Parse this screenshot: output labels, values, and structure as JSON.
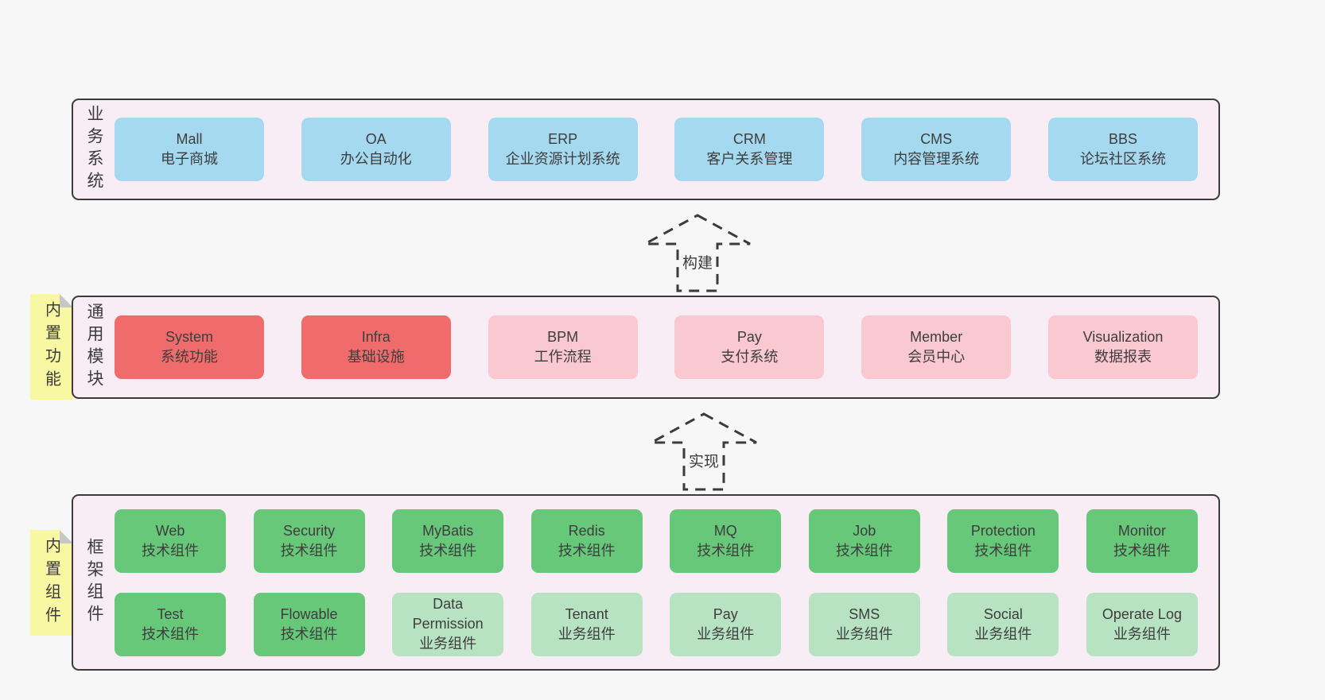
{
  "colors": {
    "page_bg": "#f7f7f7",
    "panel_bg": "#f8edf5",
    "panel_border": "#3b3b3b",
    "box_blue": "#a5d9f0",
    "box_red": "#f06c6c",
    "box_pink": "#f9c8d0",
    "box_green": "#68c87a",
    "box_light_green": "#b8e3c2",
    "tag_yellow": "#f9f8a2",
    "tag_fold_gray": "#c6c7c6",
    "text": "#3d3d3d"
  },
  "arrows": {
    "build": "构建",
    "implement": "实现"
  },
  "sections": {
    "business": {
      "label": "业务系统",
      "boxes": [
        {
          "name": "Mall",
          "subtitle": "电子商城"
        },
        {
          "name": "OA",
          "subtitle": "办公自动化"
        },
        {
          "name": "ERP",
          "subtitle": "企业资源计划系统"
        },
        {
          "name": "CRM",
          "subtitle": "客户关系管理"
        },
        {
          "name": "CMS",
          "subtitle": "内容管理系统"
        },
        {
          "name": "BBS",
          "subtitle": "论坛社区系统"
        }
      ]
    },
    "modules": {
      "label": "通用模块",
      "tag": "内置功能",
      "boxes": [
        {
          "name": "System",
          "subtitle": "系统功能"
        },
        {
          "name": "Infra",
          "subtitle": "基础设施"
        },
        {
          "name": "BPM",
          "subtitle": "工作流程"
        },
        {
          "name": "Pay",
          "subtitle": "支付系统"
        },
        {
          "name": "Member",
          "subtitle": "会员中心"
        },
        {
          "name": "Visualization",
          "subtitle": "数据报表"
        }
      ]
    },
    "components": {
      "label": "框架组件",
      "tag": "内置组件",
      "row1": [
        {
          "name": "Web",
          "subtitle": "技术组件"
        },
        {
          "name": "Security",
          "subtitle": "技术组件"
        },
        {
          "name": "MyBatis",
          "subtitle": "技术组件"
        },
        {
          "name": "Redis",
          "subtitle": "技术组件"
        },
        {
          "name": "MQ",
          "subtitle": "技术组件"
        },
        {
          "name": "Job",
          "subtitle": "技术组件"
        },
        {
          "name": "Protection",
          "subtitle": "技术组件"
        },
        {
          "name": "Monitor",
          "subtitle": "技术组件"
        }
      ],
      "row2": [
        {
          "name": "Test",
          "subtitle": "技术组件"
        },
        {
          "name": "Flowable",
          "subtitle": "技术组件"
        },
        {
          "name": "Data Permission",
          "subtitle": "业务组件"
        },
        {
          "name": "Tenant",
          "subtitle": "业务组件"
        },
        {
          "name": "Pay",
          "subtitle": "业务组件"
        },
        {
          "name": "SMS",
          "subtitle": "业务组件"
        },
        {
          "name": "Social",
          "subtitle": "业务组件"
        },
        {
          "name": "Operate Log",
          "subtitle": "业务组件"
        }
      ]
    }
  }
}
